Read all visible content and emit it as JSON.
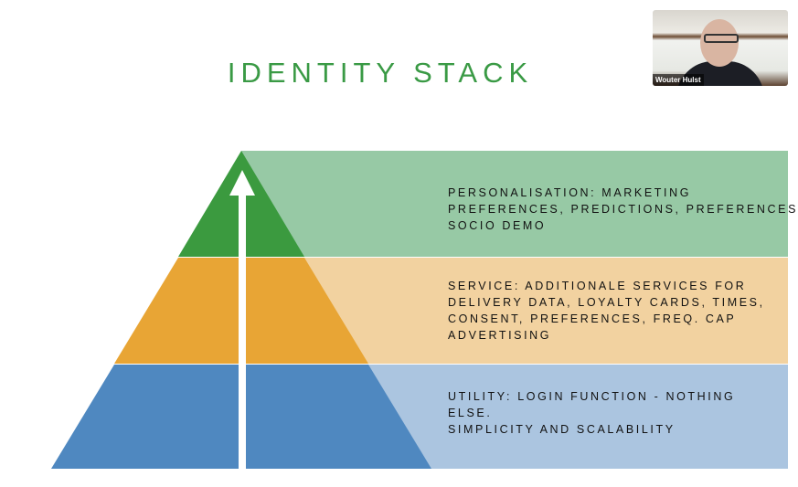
{
  "slide": {
    "title": "IDENTITY STACK",
    "layers": [
      {
        "name": "personalisation",
        "lines": [
          "PERSONALISATION: MARKETING",
          "PREFERENCES, PREDICTIONS, PREFERENCES,",
          "SOCIO DEMO"
        ],
        "pyramid_color": "#3b9a3f",
        "band_color": "#97c9a5"
      },
      {
        "name": "service",
        "lines": [
          "SERVICE: ADDITIONALE SERVICES FOR",
          "DELIVERY DATA, LOYALTY CARDS, TIMES,",
          "CONSENT, PREFERENCES, FREQ. CAP",
          "ADVERTISING"
        ],
        "pyramid_color": "#e8a535",
        "band_color": "#f2d2a0"
      },
      {
        "name": "utility",
        "lines": [
          "UTILITY: LOGIN FUNCTION - NOTHING",
          "ELSE.",
          "SIMPLICITY AND SCALABILITY"
        ],
        "pyramid_color": "#4f88c0",
        "band_color": "#abc5e0"
      }
    ]
  },
  "webcam": {
    "participant_name": "Wouter Hulst"
  }
}
